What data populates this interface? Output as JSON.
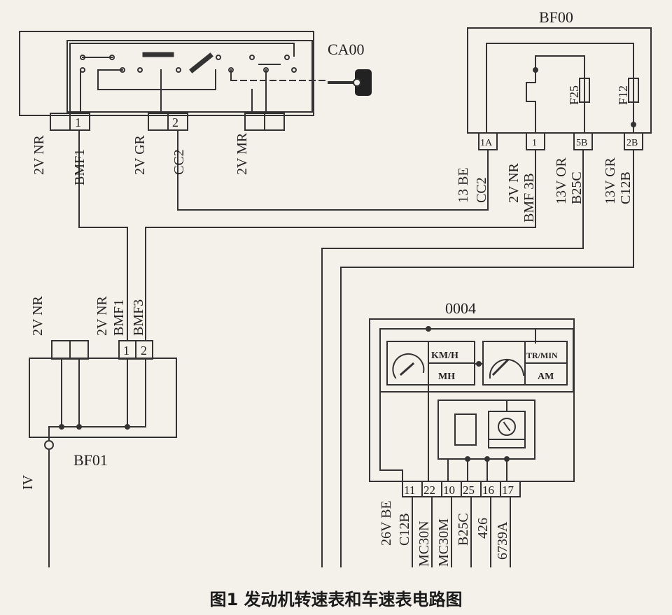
{
  "colors": {
    "background": "#f4f1ea",
    "line": "#333333"
  },
  "components": {
    "ignition_switch": {
      "code": "CA00",
      "pins": [
        "1",
        "2"
      ],
      "wires": [
        {
          "gauge": "2V NR",
          "name": "BMF1"
        },
        {
          "gauge": "2V GR",
          "name": "CC2"
        },
        {
          "gauge": "2V MR",
          "name": ""
        }
      ],
      "icon": "ignition-key-icon"
    },
    "fuse_box": {
      "code": "BF00",
      "fuses": [
        "F25",
        "F12"
      ],
      "pins": [
        "1A",
        "1",
        "5B",
        "2B"
      ],
      "wires": [
        {
          "gauge": "13 BE",
          "name": "CC2"
        },
        {
          "gauge": "2V NR",
          "name": "BMF 3B"
        },
        {
          "gauge": "13V OR",
          "name": "B25C"
        },
        {
          "gauge": "13V GR",
          "name": "C12B"
        }
      ]
    },
    "fuse_box_engine": {
      "code": "BF01",
      "pins": [
        "1",
        "2"
      ],
      "wires": [
        {
          "gauge": "2V NR",
          "name": ""
        },
        {
          "gauge": "2V NR",
          "name": "BMF1"
        },
        {
          "gauge": "",
          "name": "BMF3"
        }
      ],
      "ground": "IV"
    },
    "instrument_cluster": {
      "code": "0004",
      "speedometer": {
        "unit_top": "KM/H",
        "unit_bottom": "MH"
      },
      "tachometer": {
        "unit_top": "TR/MIN",
        "unit_bottom": "AM"
      },
      "connector_gauge": "26V BE",
      "pins": [
        "11",
        "22",
        "10",
        "25",
        "16",
        "17"
      ],
      "wires": [
        "C12B",
        "MC30N",
        "MC30M",
        "B25C",
        "426",
        "6739A"
      ]
    }
  },
  "caption": "图1  发动机转速表和车速表电路图"
}
